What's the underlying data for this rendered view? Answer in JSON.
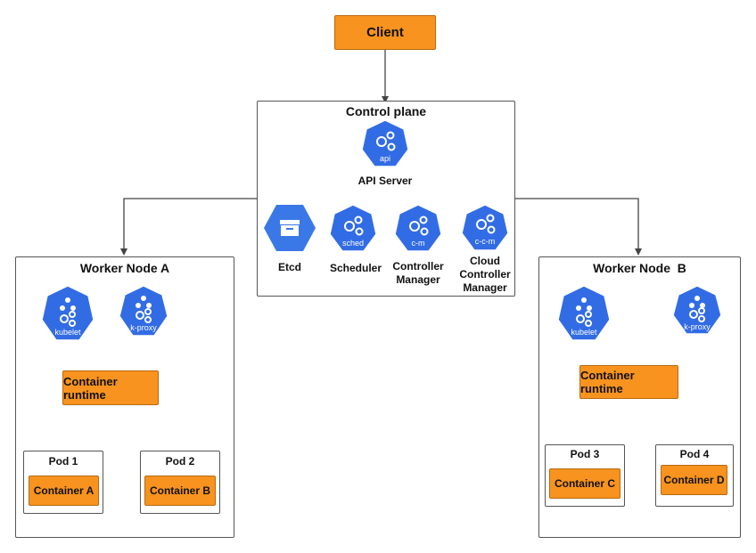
{
  "client": {
    "label": "Client"
  },
  "control_plane": {
    "title": "Control plane",
    "api": {
      "icon": "kubernetes-api-icon",
      "badge": "api",
      "label": "API Server"
    },
    "etcd": {
      "icon": "etcd-icon",
      "label": "Etcd"
    },
    "scheduler": {
      "icon": "kubernetes-sched-icon",
      "badge": "sched",
      "label": "Scheduler"
    },
    "controller_manager": {
      "icon": "kubernetes-cm-icon",
      "badge": "c-m",
      "label_line1": "Controller",
      "label_line2": "Manager"
    },
    "cloud_controller_manager": {
      "icon": "kubernetes-ccm-icon",
      "badge": "c-c-m",
      "label_line1": "Cloud",
      "label_line2": "Controller",
      "label_line3": "Manager"
    }
  },
  "worker_a": {
    "title": "Worker Node A",
    "kubelet": {
      "badge": "kubelet"
    },
    "kproxy": {
      "badge": "k-proxy"
    },
    "runtime": "Container runtime",
    "pods": [
      {
        "title": "Pod 1",
        "container": "Container A"
      },
      {
        "title": "Pod 2",
        "container": "Container B"
      }
    ]
  },
  "worker_b": {
    "title": "Worker Node  B",
    "kubelet": {
      "badge": "kubelet"
    },
    "kproxy": {
      "badge": "k-proxy"
    },
    "runtime": "Container runtime",
    "pods": [
      {
        "title": "Pod 3",
        "container": "Container C"
      },
      {
        "title": "Pod 4",
        "container": "Container D"
      }
    ]
  },
  "colors": {
    "orange": "#f7931e",
    "k8s_blue": "#326ce5",
    "line": "#444444"
  }
}
